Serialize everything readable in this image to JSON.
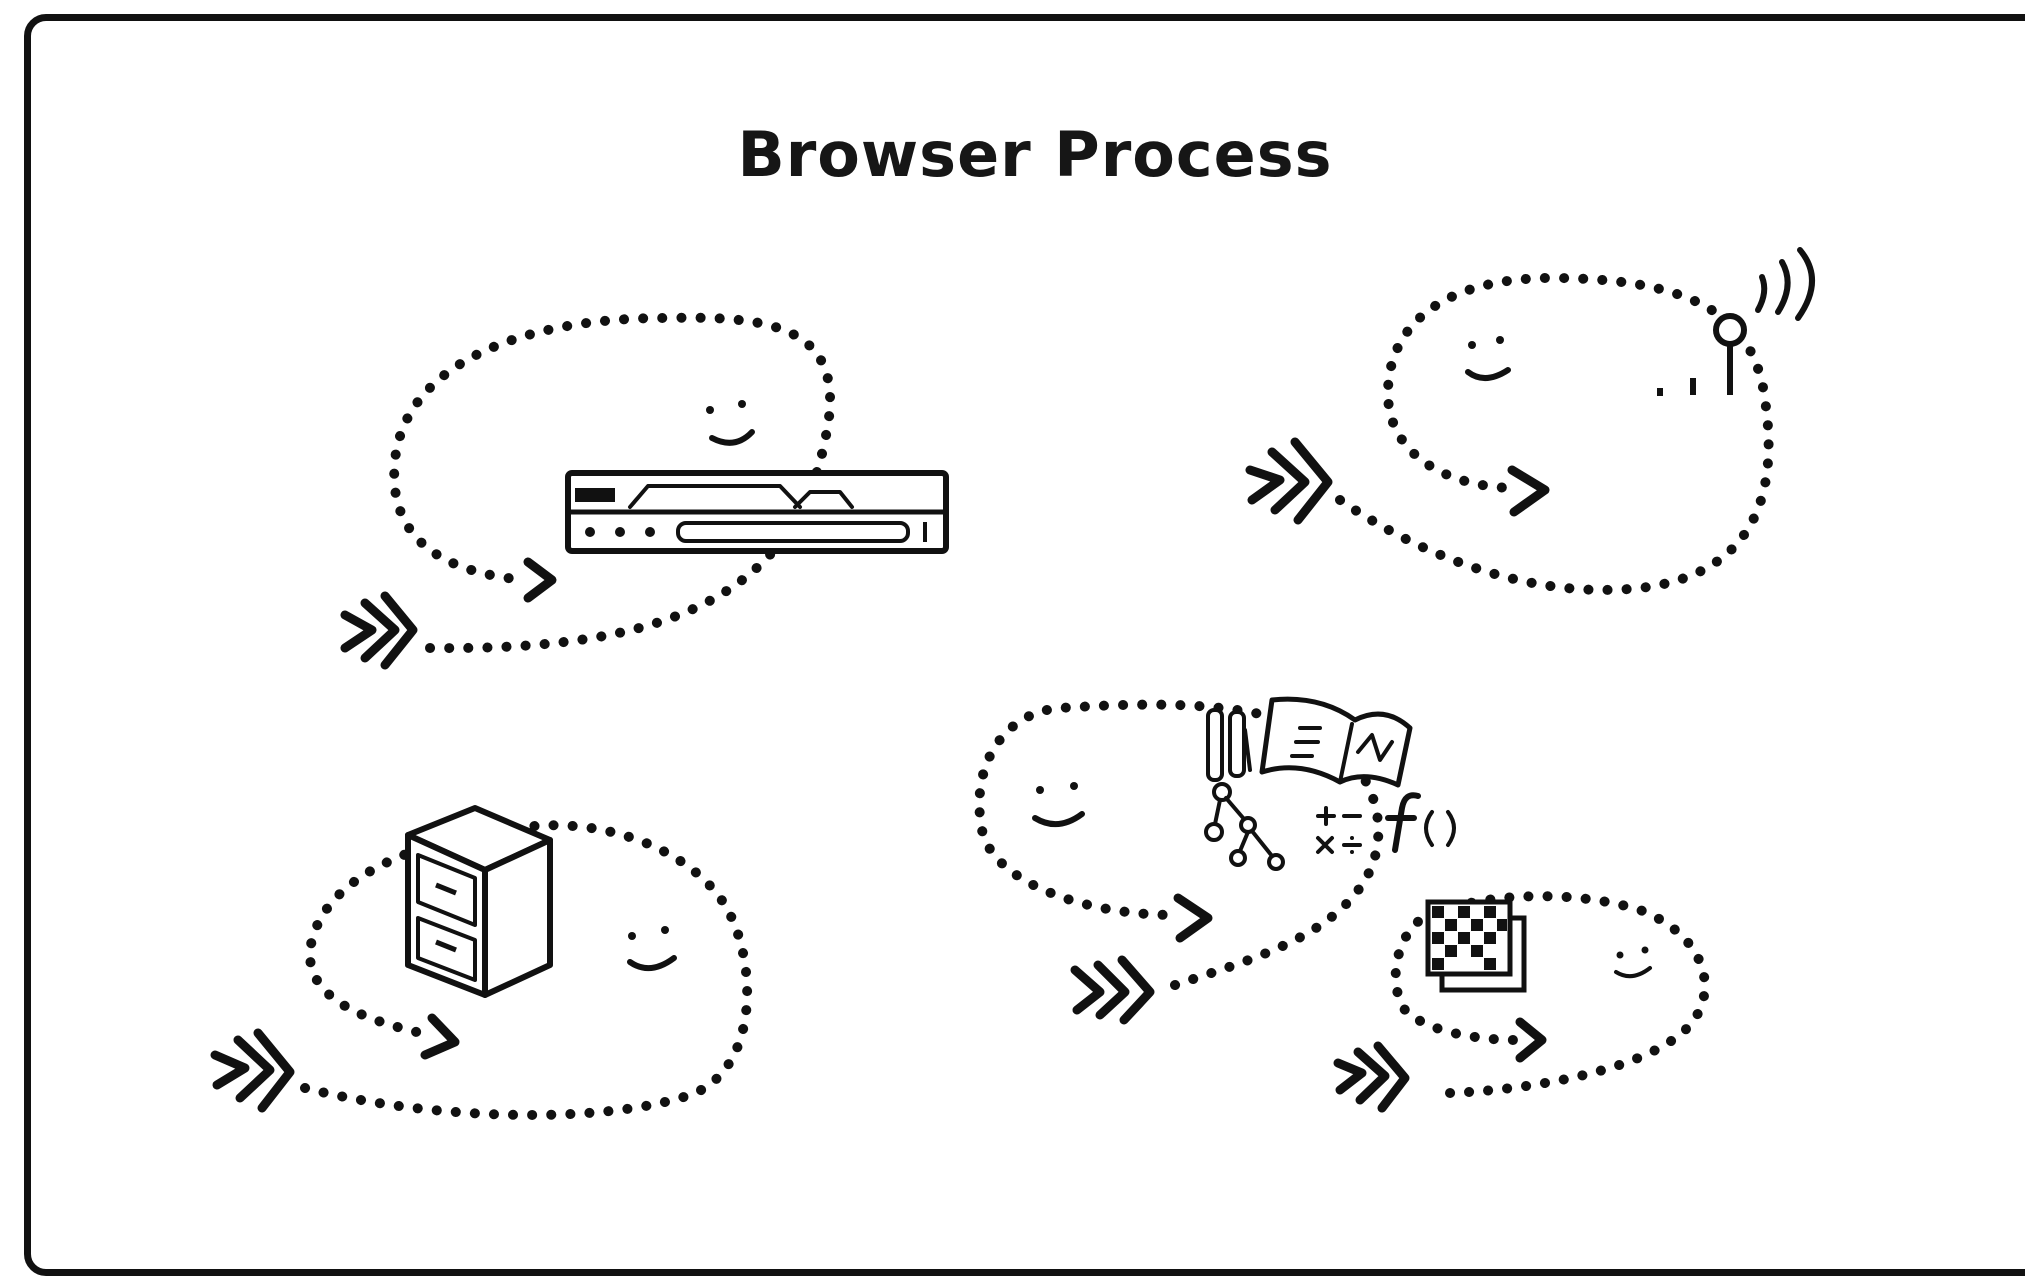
{
  "title": "Browser Process",
  "threads": [
    {
      "id": "ui-thread",
      "icon": "browser-window-icon"
    },
    {
      "id": "network-thread",
      "icon": "antenna-icon"
    },
    {
      "id": "storage-thread",
      "icon": "file-cabinet-icon"
    },
    {
      "id": "main-worker-thread",
      "icon": "book-and-tools-icon"
    },
    {
      "id": "raster-thread",
      "icon": "pixel-grid-icon"
    }
  ],
  "colors": {
    "stroke": "#111111",
    "background": "#ffffff"
  }
}
